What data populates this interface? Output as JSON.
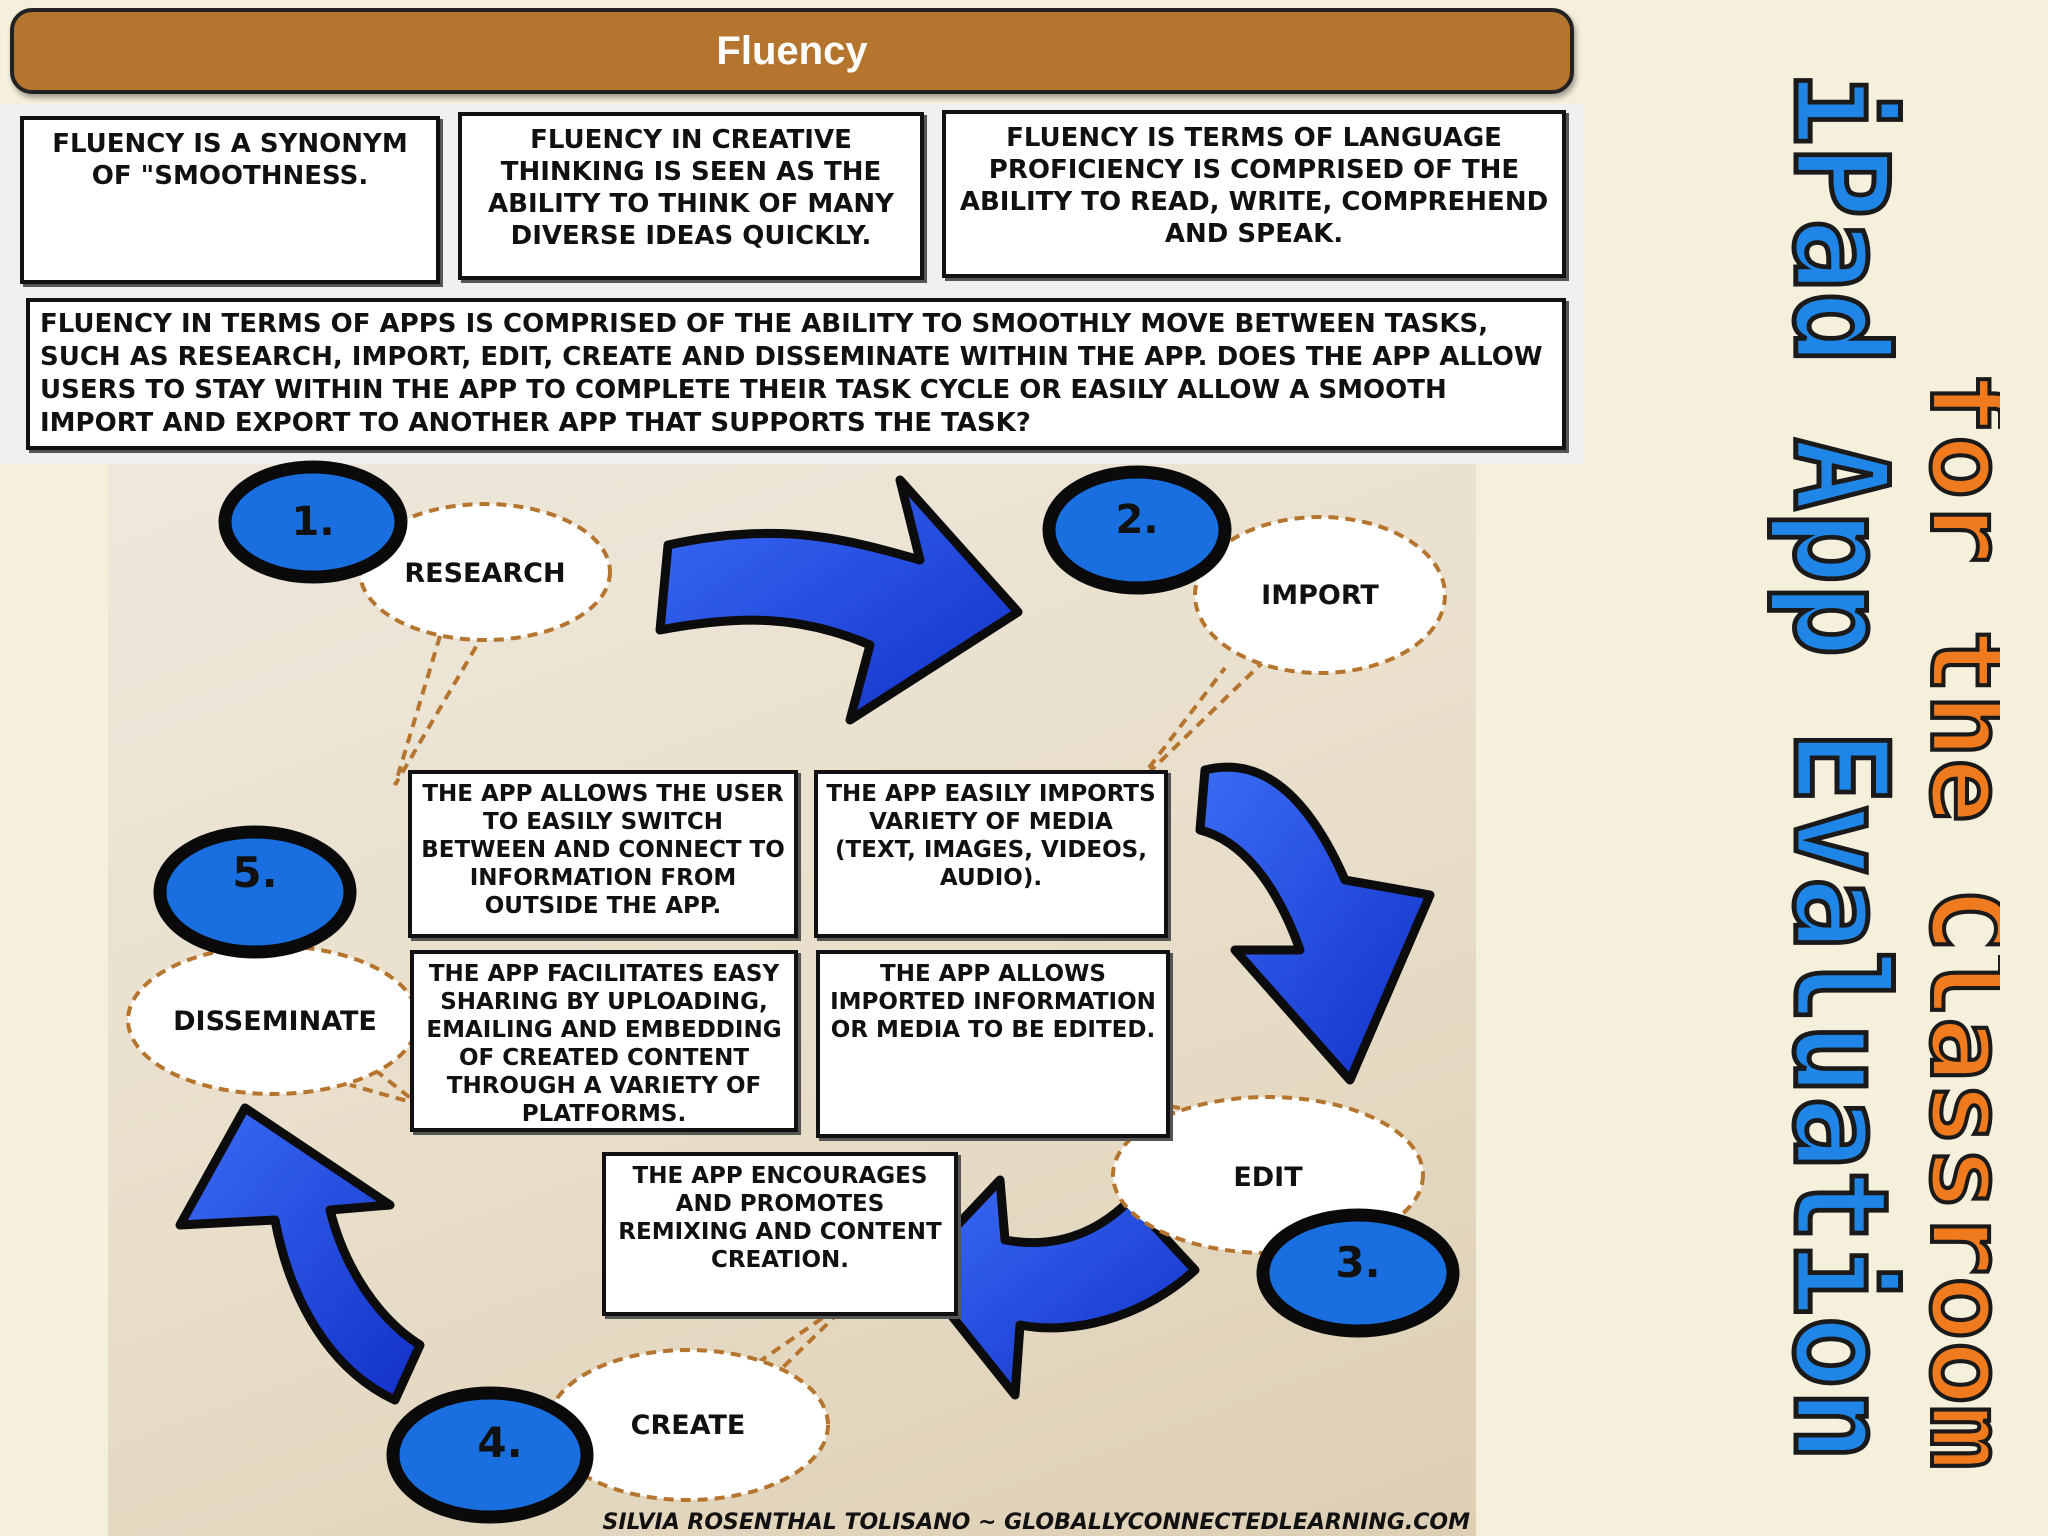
{
  "header": {
    "title": "Fluency"
  },
  "definitions": [
    {
      "text": "Fluency is a synonym of \"smoothness."
    },
    {
      "text": "Fluency in creative thinking is seen as the ability to think of many diverse ideas quickly."
    },
    {
      "text": "Fluency is terms of language proficiency  is comprised of the ability to  read, write, comprehend and speak."
    }
  ],
  "apps_definition": {
    "text": "Fluency in terms of apps is comprised of the ability to smoothly move between tasks, such as research, import, edit, create and disseminate within the app. Does the app allow users to stay within the app to complete their task cycle or easily allow a smooth import and export to another app that supports the task?"
  },
  "cycle": {
    "steps": [
      {
        "number": "1.",
        "label": "Research"
      },
      {
        "number": "2.",
        "label": "Import"
      },
      {
        "number": "3.",
        "label": "Edit"
      },
      {
        "number": "4.",
        "label": "Create"
      },
      {
        "number": "5.",
        "label": "Disseminate"
      }
    ],
    "descriptions": {
      "research": "The app allows the user to easily switch between and connect to information from outside the app.",
      "import": "The app easily imports variety of media (text, images, videos, audio).",
      "disseminate": "The app facilitates easy sharing by uploading, emailing and embedding of created content through a variety of platforms.",
      "edit": "The app allows imported information or media to be edited.",
      "create": "The app encourages and promotes remixing  and content creation."
    }
  },
  "credit": "Silvia Rosenthal Tolisano ~ globallyconnectedlearning.com",
  "side_title": {
    "line1": "iPad App Evaluation",
    "line2": "for the Classroom"
  },
  "colors": {
    "header": "#b5752f",
    "circle": "#1a6fe0",
    "arrow": "#1b46e8",
    "side_blue": "#1f86e8",
    "side_orange": "#f07b1f"
  }
}
